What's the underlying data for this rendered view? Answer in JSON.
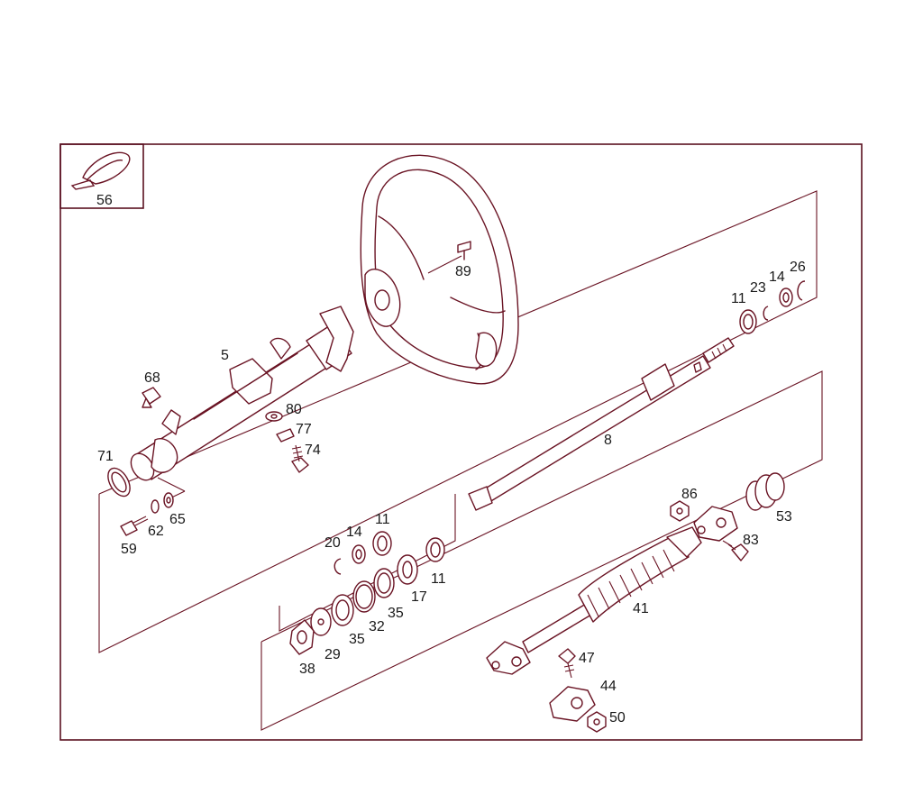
{
  "callouts": {
    "c56": "56",
    "c89": "89",
    "c5": "5",
    "c68": "68",
    "c80": "80",
    "c77": "77",
    "c74": "74",
    "c71": "71",
    "c59": "59",
    "c62": "62",
    "c65": "65",
    "c11a": "11",
    "c23": "23",
    "c14a": "14",
    "c26": "26",
    "c8": "8",
    "c20": "20",
    "c14b": "14",
    "c11b": "11",
    "c11c": "11",
    "c17": "17",
    "c35a": "35",
    "c32": "32",
    "c35b": "35",
    "c29": "29",
    "c38": "38",
    "c86": "86",
    "c53": "53",
    "c83": "83",
    "c41": "41",
    "c47": "47",
    "c44": "44",
    "c50": "50"
  },
  "colors": {
    "line": "#6a1424",
    "frame": "#5a1020",
    "text": "#1a1a1a"
  }
}
